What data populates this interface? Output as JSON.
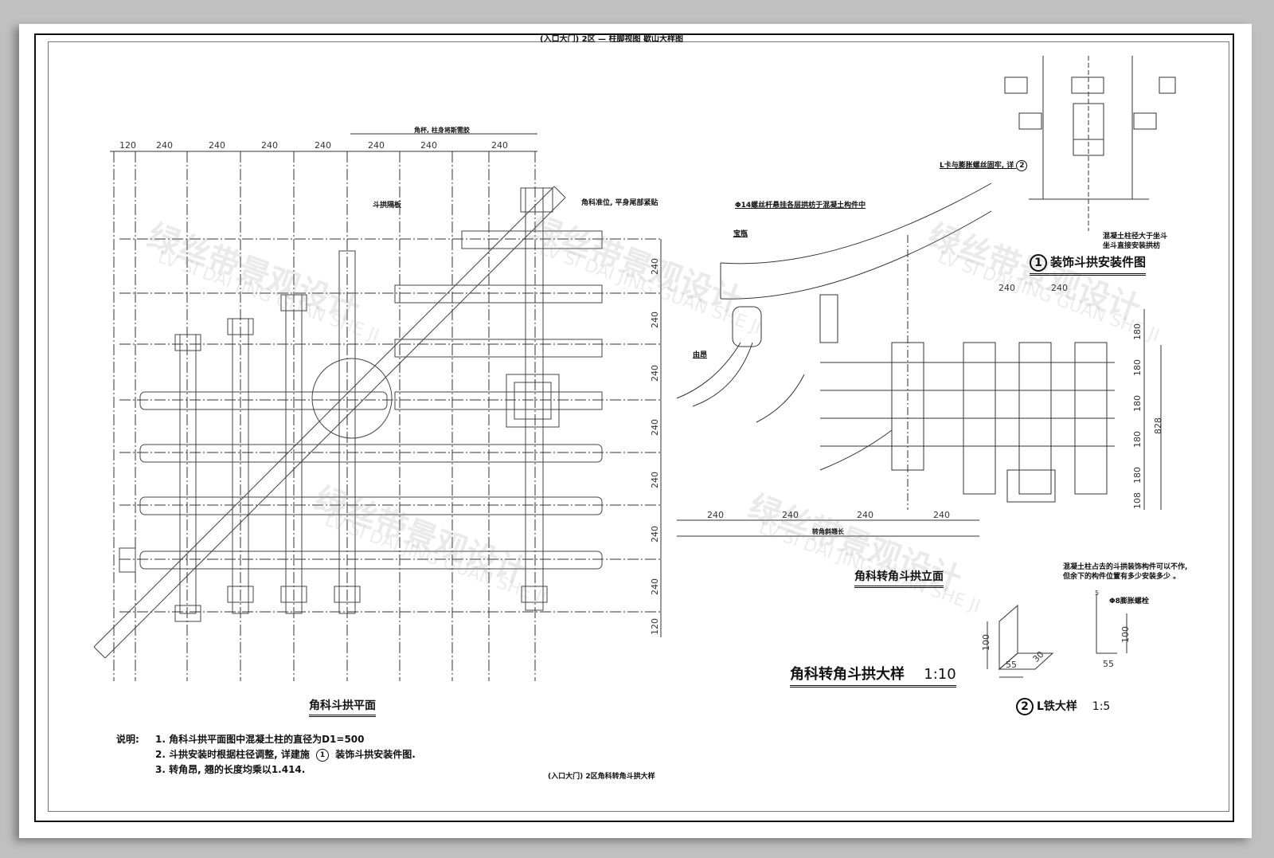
{
  "sheet": {
    "header_title": "(入口大门) 2区 — 柱脚视图 歇山大样图",
    "footer_title": "(入口大门) 2区角科转角斗拱大样"
  },
  "plan": {
    "title": "角科斗拱平面",
    "top_dims": [
      "120",
      "240",
      "240",
      "240",
      "240",
      "240",
      "240",
      "240"
    ],
    "top_group_label": "角杯, 柱身将斯需胶",
    "side_dims": [
      "240",
      "240",
      "240",
      "240",
      "240",
      "240",
      "240",
      "120"
    ],
    "callout_bracket_board": "斗拱隔板",
    "callout_corner": "角科准位, 平身尾部紧贴"
  },
  "elevation": {
    "title": "角科转角斗拱立面",
    "callout_rod": "Φ14螺丝杆悬挂各层拱枋于混凝土构件中",
    "callout_baoping": "宝瓶",
    "callout_youang": "由昂",
    "bottom_dims": [
      "240",
      "240",
      "240",
      "240"
    ],
    "bottom_total_label": "转角斜翘长",
    "right_dims": [
      "180",
      "180",
      "180",
      "180",
      "180",
      "108"
    ],
    "right_total": "828",
    "note_line1": "混凝土柱占去的斗拱装饰构件可以不作,",
    "note_line2": "但余下的构件位置有多少安装多少 。",
    "big_title": "角科转角斗拱大样",
    "big_scale": "1:10"
  },
  "install_detail": {
    "number": "1",
    "title": "装饰斗拱安装件图",
    "callout_lcard": "L卡与膨胀螺丝固牢, 详",
    "callout_ref": "2",
    "note_line1": "混凝土柱径大于坐斗",
    "note_line2": "坐斗直接安装拱枋",
    "dims": [
      "240",
      "240"
    ]
  },
  "l_iron": {
    "number": "2",
    "title": "L铁大样",
    "scale": "1:5",
    "dim_height": "100",
    "dim_width": "55",
    "dim_depth": "30",
    "side_dim_height": "100",
    "side_dim_width": "55",
    "side_dim_top": "5",
    "callout_bolt": "Φ8膨胀螺栓"
  },
  "notes": {
    "label": "说明:",
    "items": [
      "1. 角科斗拱平面图中混凝土柱的直径为D1=500",
      "2. 斗拱安装时根据柱径调整, 详建施",
      "装饰斗拱安装件图.",
      "3. 转角昂, 翘的长度均乘以1.414."
    ],
    "ref_symbol": "1"
  },
  "watermark": {
    "cn": "绿丝带景观设计",
    "en": "LV SI DAI JING GUAN SHE JI"
  },
  "colors": {
    "background": "#c0c0c0",
    "paper": "#ffffff",
    "line": "#111111"
  }
}
